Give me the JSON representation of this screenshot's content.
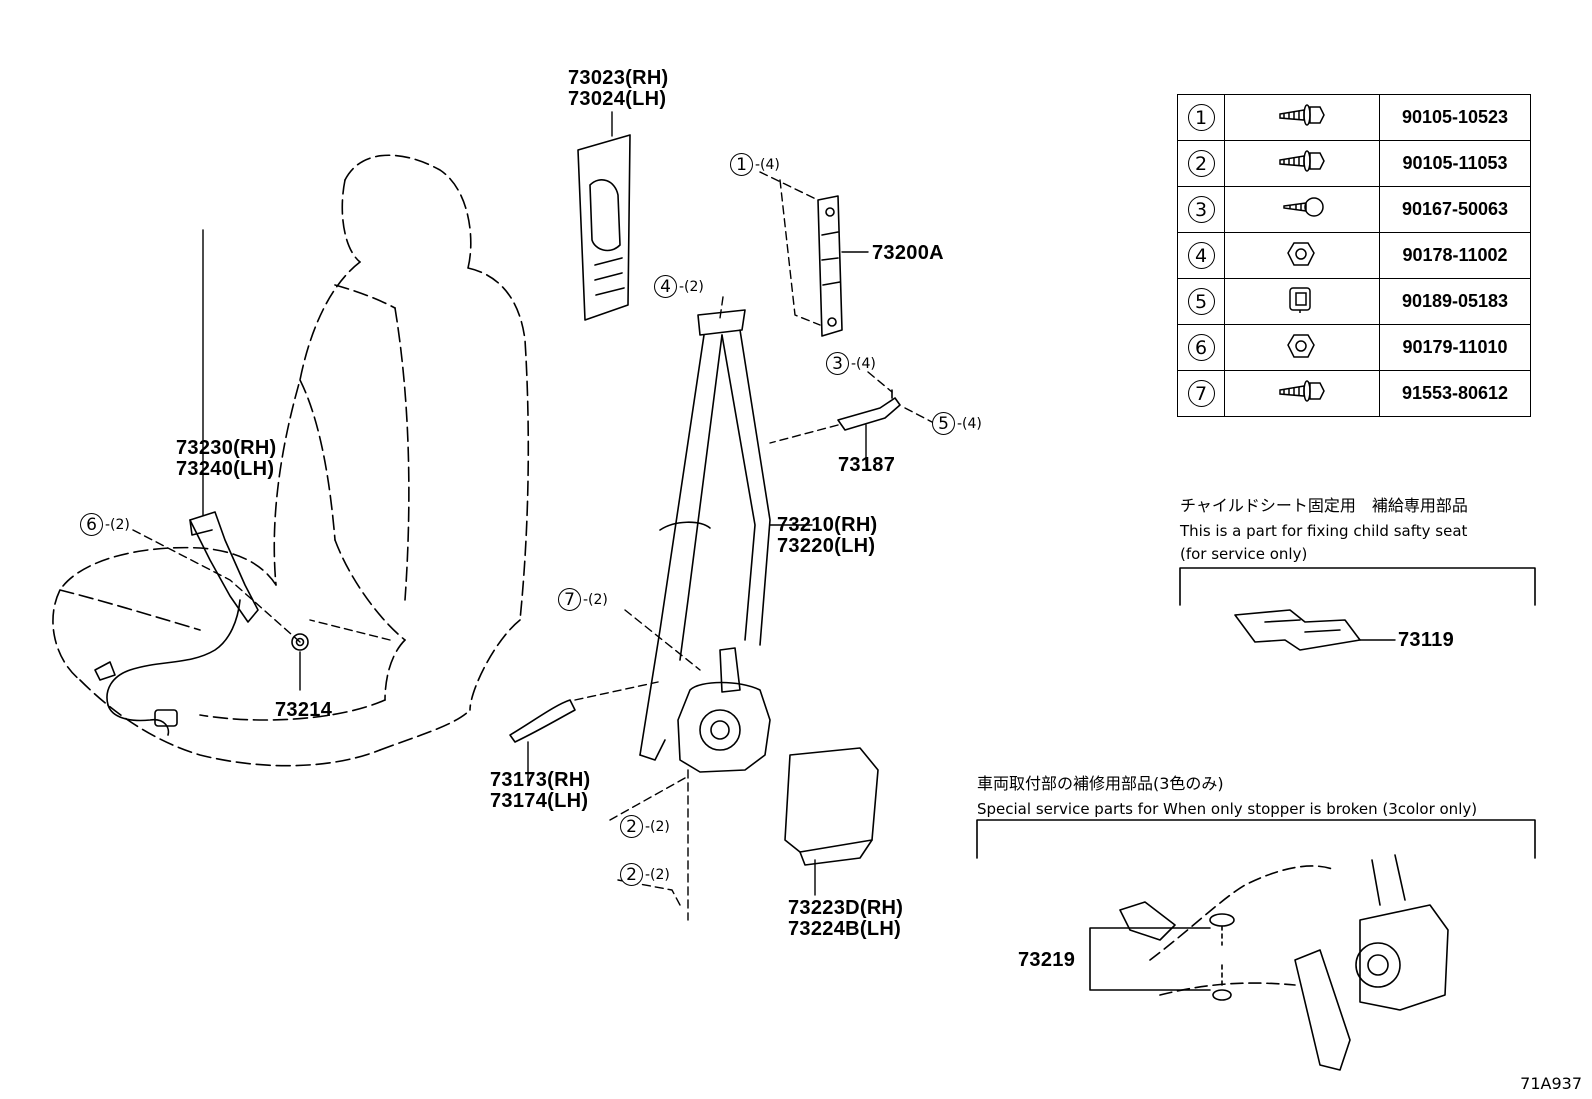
{
  "labels": {
    "p73023": "73023(RH)",
    "p73024": "73024(LH)",
    "p73200a": "73200A",
    "p73187": "73187",
    "p73230": "73230(RH)",
    "p73240": "73240(LH)",
    "p73210": "73210(RH)",
    "p73220": "73220(LH)",
    "p73214": "73214",
    "p73173": "73173(RH)",
    "p73174": "73174(LH)",
    "p73223d": "73223D(RH)",
    "p73224b": "73224B(LH)",
    "p73119": "73119",
    "p73219": "73219"
  },
  "callouts": {
    "c1": {
      "num": "1",
      "qty": "-(4)"
    },
    "c4": {
      "num": "4",
      "qty": "-(2)"
    },
    "c3": {
      "num": "3",
      "qty": "-(4)"
    },
    "c5": {
      "num": "5",
      "qty": "-(4)"
    },
    "c6": {
      "num": "6",
      "qty": "-(2)"
    },
    "c7": {
      "num": "7",
      "qty": "-(2)"
    },
    "c2a": {
      "num": "2",
      "qty": "-(2)"
    },
    "c2b": {
      "num": "2",
      "qty": "-(2)"
    }
  },
  "parts_table": [
    {
      "num": "1",
      "icon": "bolt-flange-icon",
      "part": "90105-10523"
    },
    {
      "num": "2",
      "icon": "bolt-flange-icon",
      "part": "90105-11053"
    },
    {
      "num": "3",
      "icon": "screw-icon",
      "part": "90167-50063"
    },
    {
      "num": "4",
      "icon": "nut-icon",
      "part": "90178-11002"
    },
    {
      "num": "5",
      "icon": "clip-nut-icon",
      "part": "90189-05183"
    },
    {
      "num": "6",
      "icon": "nut-icon",
      "part": "90179-11010"
    },
    {
      "num": "7",
      "icon": "bolt-flange-icon",
      "part": "91553-80612"
    }
  ],
  "child_seat_note": {
    "jp": "チャイルドシート固定用　補給専用部品",
    "en1": "This is a part for fixing child safty seat",
    "en2": "(for service only)"
  },
  "stopper_note": {
    "jp": "車両取付部の補修用部品(3色のみ)",
    "en": "Special service parts for When only stopper is broken (3color only)"
  },
  "figure_code": "71A937"
}
